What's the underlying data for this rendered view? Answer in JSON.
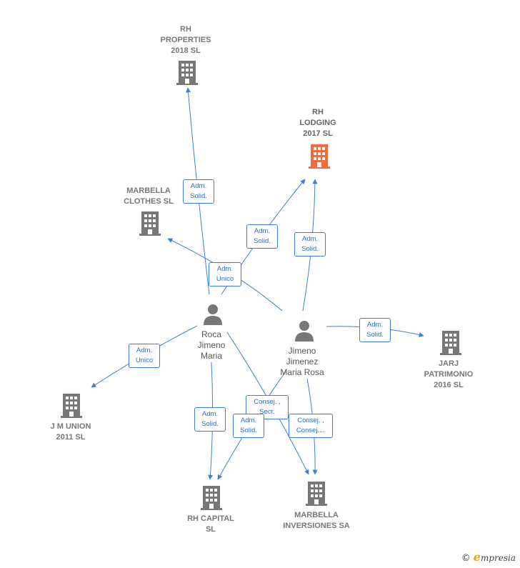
{
  "colors": {
    "edge": "#3d7fd6",
    "company_icon": "#777777",
    "highlight_icon": "#f26b3a",
    "person_icon": "#777777"
  },
  "companies": [
    {
      "id": "rh-properties",
      "label": "RH\nPROPERTIES\n2018  SL",
      "highlight": false
    },
    {
      "id": "rh-lodging",
      "label": "RH\nLODGING\n2017  SL",
      "highlight": true
    },
    {
      "id": "marbella-clothes",
      "label": "MARBELLA\nCLOTHES SL",
      "highlight": false
    },
    {
      "id": "jarj-patrimonio",
      "label": "JARJ\nPATRIMONIO\n2016  SL",
      "highlight": false
    },
    {
      "id": "jm-union",
      "label": "J M UNION\n2011 SL",
      "highlight": false
    },
    {
      "id": "rh-capital",
      "label": "RH CAPITAL\nSL",
      "highlight": false
    },
    {
      "id": "marbella-inversiones",
      "label": "MARBELLA\nINVERSIONES SA",
      "highlight": false
    }
  ],
  "people": [
    {
      "id": "roca",
      "label": "Roca\nJimeno\nMaria"
    },
    {
      "id": "jimeno",
      "label": "Jimeno\nJimenez\nMaria Rosa"
    }
  ],
  "edge_labels": [
    {
      "id": "e1",
      "text": "Adm.\nSolid."
    },
    {
      "id": "e2",
      "text": "Adm.\nSolid."
    },
    {
      "id": "e3",
      "text": "Adm.\nSolid."
    },
    {
      "id": "e4",
      "text": "Adm.\nUnico"
    },
    {
      "id": "e5",
      "text": "Adm.\nSolid."
    },
    {
      "id": "e6",
      "text": "Adm.\nUnico"
    },
    {
      "id": "e7",
      "text": "Adm.\nSolid."
    },
    {
      "id": "e8",
      "text": "Consej. ,\nSecr."
    },
    {
      "id": "e9",
      "text": "Adm.\nSolid."
    },
    {
      "id": "e10",
      "text": "Consej. ,\nConsej...."
    }
  ],
  "brand": {
    "copyright": "©",
    "initial": "e",
    "name": "mpresia"
  }
}
